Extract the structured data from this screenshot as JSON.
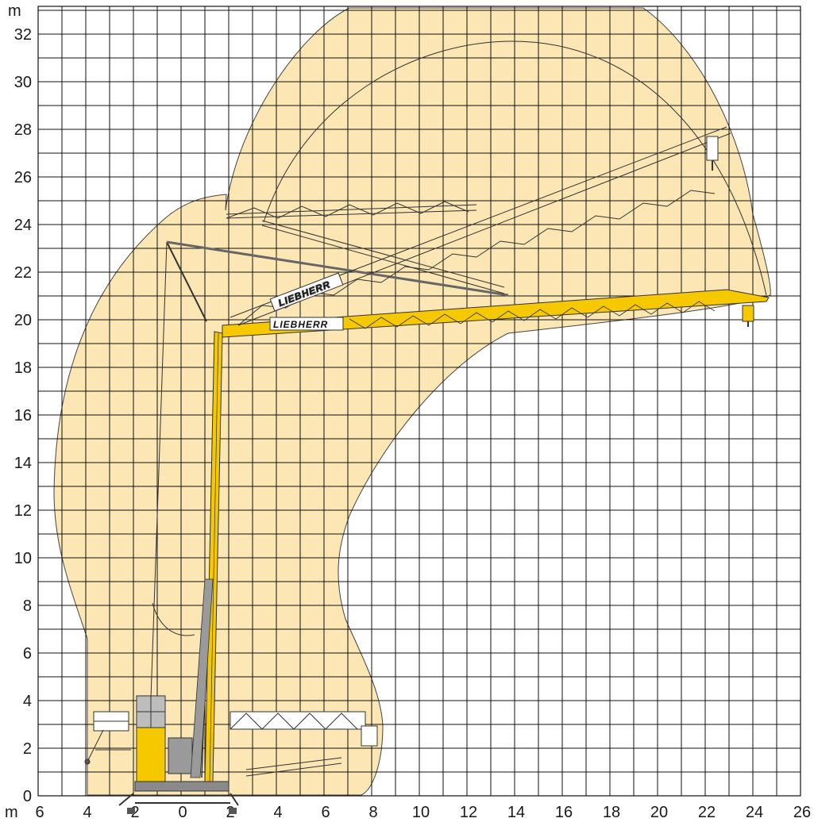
{
  "diagram": {
    "x_unit": "m",
    "y_unit": "m",
    "x_ticks": [
      6,
      4,
      2,
      0,
      2,
      4,
      6,
      8,
      10,
      12,
      14,
      16,
      18,
      20,
      22,
      24,
      26
    ],
    "y_ticks": [
      0,
      2,
      4,
      6,
      8,
      10,
      12,
      14,
      16,
      18,
      20,
      22,
      24,
      26,
      28,
      30,
      32
    ],
    "brand_label": "LIEBHERR",
    "colors": {
      "envelope_fill": "#fbe6b4",
      "grid": "#111111",
      "crane_yellow": "#f5c800",
      "steel_grey": "#9a9a9a"
    }
  }
}
